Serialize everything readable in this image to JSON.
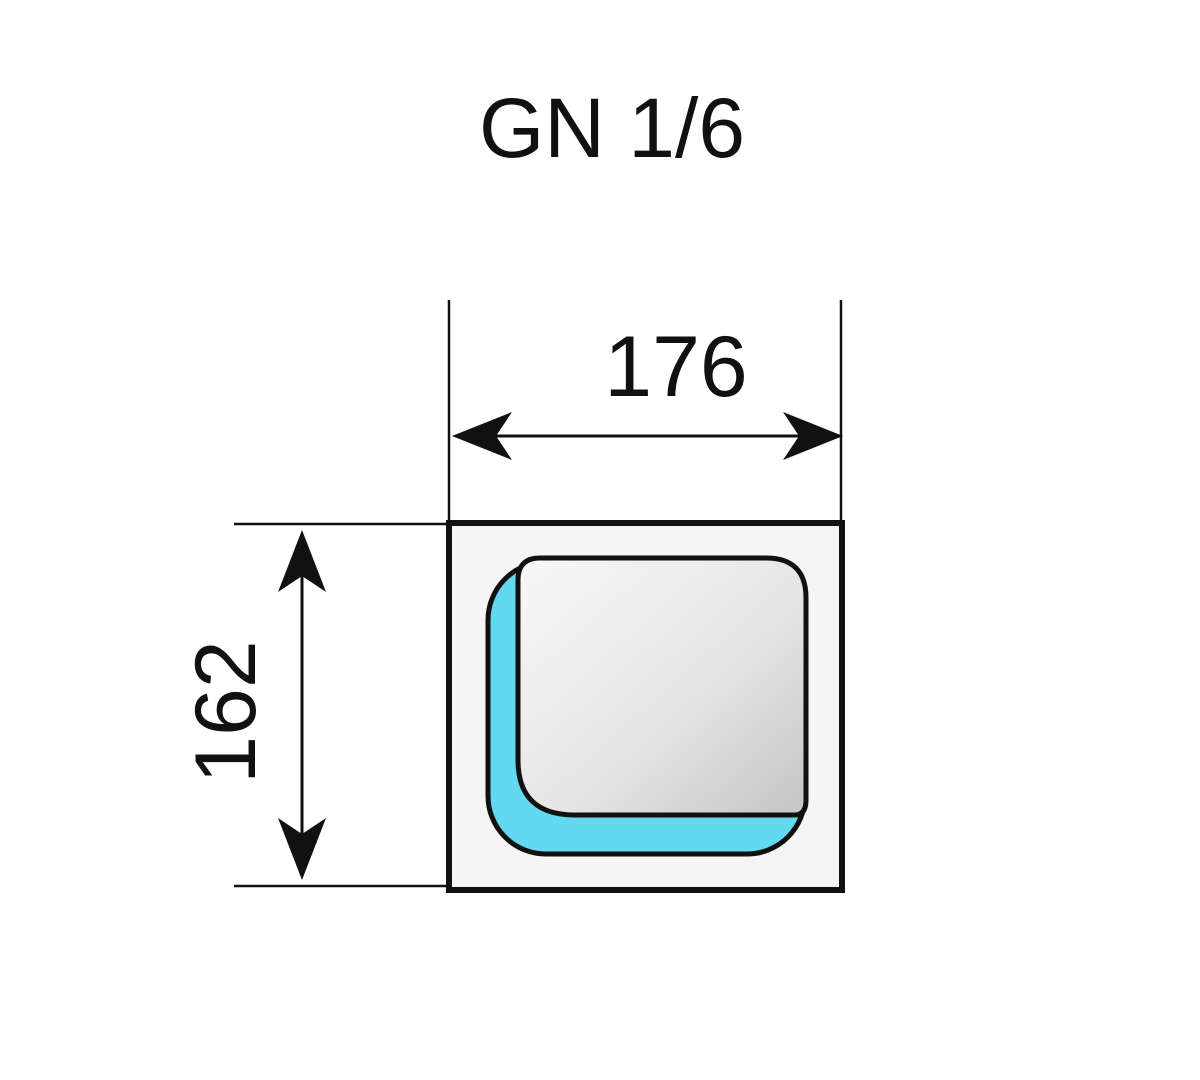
{
  "title": "GN 1/6",
  "dimensions": {
    "width": "176",
    "height": "162"
  },
  "colors": {
    "line": "#111111",
    "pan_outer_fill": "#f5f5f5",
    "pan_side_fill": "#62d9ef",
    "pan_inner_light": "#f7f7f7",
    "pan_inner_dark": "#c9c9c9"
  }
}
